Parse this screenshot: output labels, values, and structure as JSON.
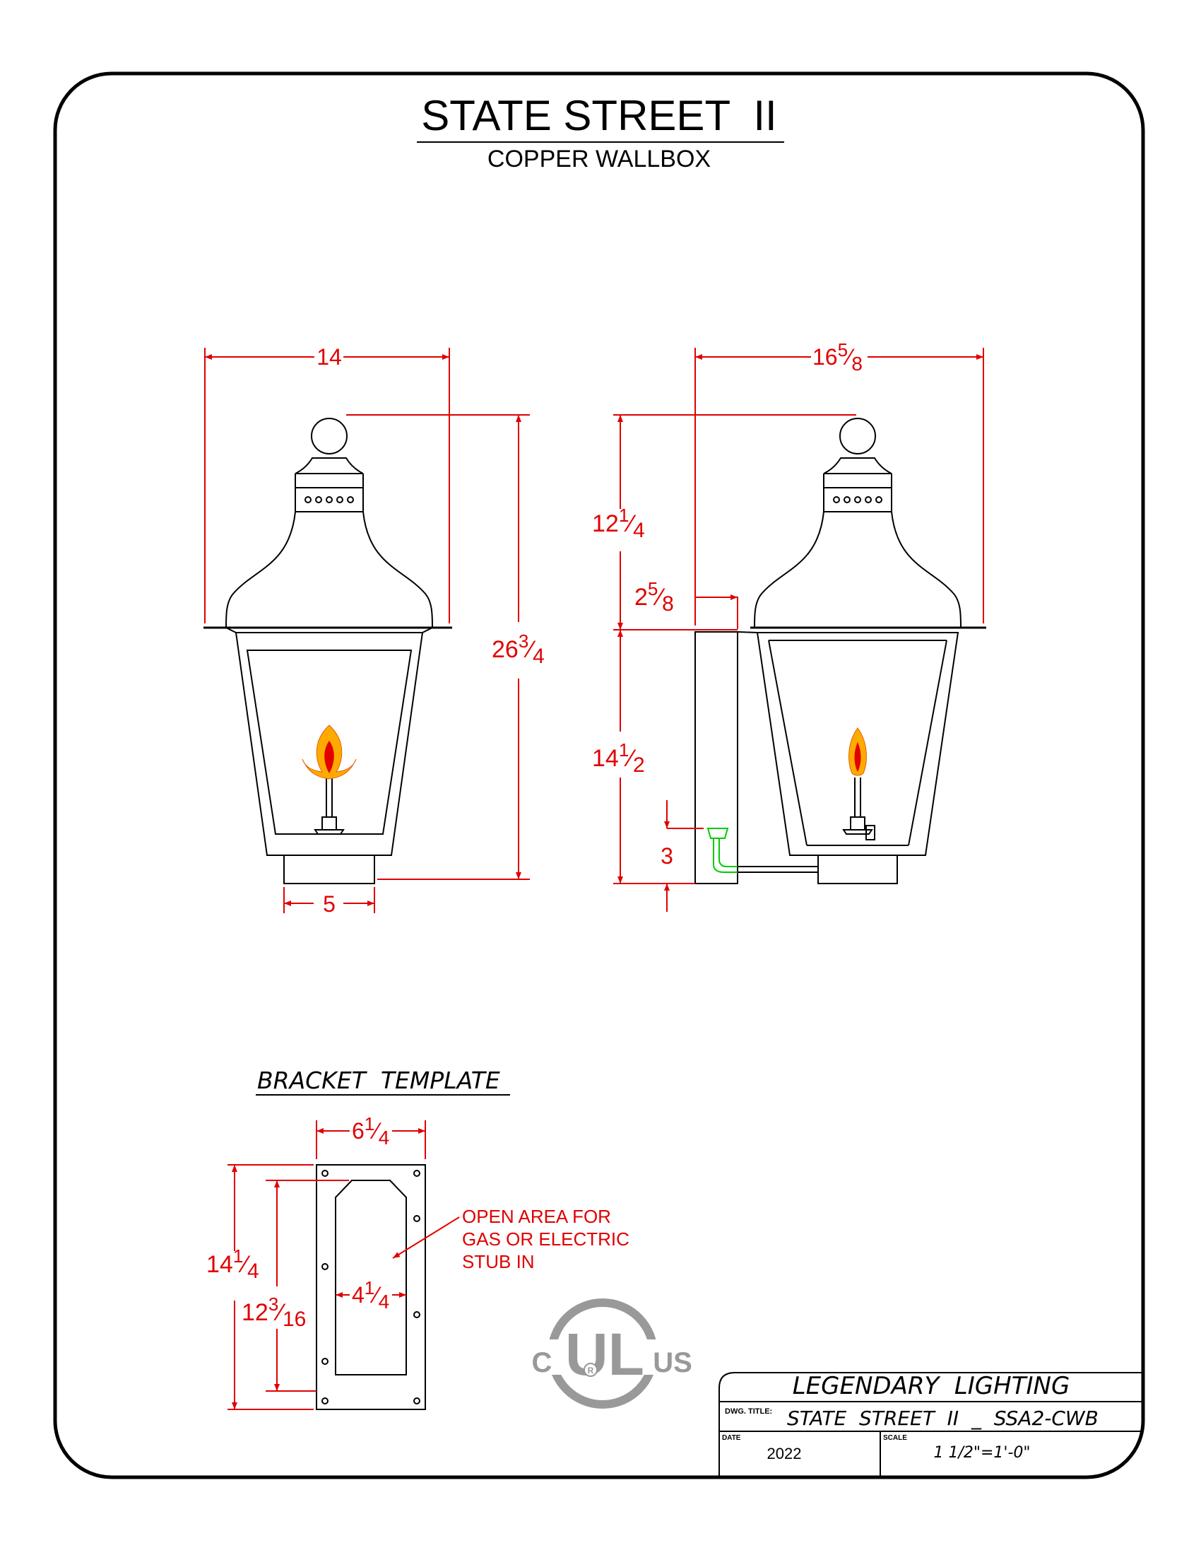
{
  "title": "STATE STREET  II",
  "subtitle": "COPPER WALLBOX",
  "front": {
    "width": "14",
    "height_whole": "26",
    "height_num": "3",
    "height_den": "4",
    "base_width": "5"
  },
  "side": {
    "width_whole": "16",
    "width_num": "5",
    "width_den": "8",
    "top_whole": "12",
    "top_num": "1",
    "top_den": "4",
    "offset_whole": "2",
    "offset_num": "5",
    "offset_den": "8",
    "lower_whole": "14",
    "lower_num": "1",
    "lower_den": "2",
    "stub": "3"
  },
  "bracket": {
    "heading": "BRACKET  TEMPLATE",
    "width_whole": "6",
    "width_num": "1",
    "width_den": "4",
    "height_whole": "14",
    "height_num": "1",
    "height_den": "4",
    "inner_h_whole": "12",
    "inner_h_num": "3",
    "inner_h_den": "16",
    "inner_w_whole": "4",
    "inner_w_num": "1",
    "inner_w_den": "4",
    "note_line1": "OPEN AREA FOR",
    "note_line2": "GAS OR ELECTRIC",
    "note_line3": "STUB IN"
  },
  "ul_mark": {
    "c": "C",
    "ul": "UL",
    "r": "R",
    "us": "US"
  },
  "title_block": {
    "company": "LEGENDARY  LIGHTING",
    "dwg_label": "DWG. TITLE:",
    "dwg_title": "STATE  STREET  II  _  SSA2-CWB",
    "date_label": "DATE",
    "date": "2022",
    "scale_label": "SCALE",
    "scale": "1 1/2\"=1'-0\""
  },
  "colors": {
    "dimension": "#e00000",
    "outline": "#000000",
    "conduit": "#00cc00",
    "flame_outer": "#ffaa00",
    "flame_inner": "#e00000",
    "ul_logo": "#999999"
  }
}
